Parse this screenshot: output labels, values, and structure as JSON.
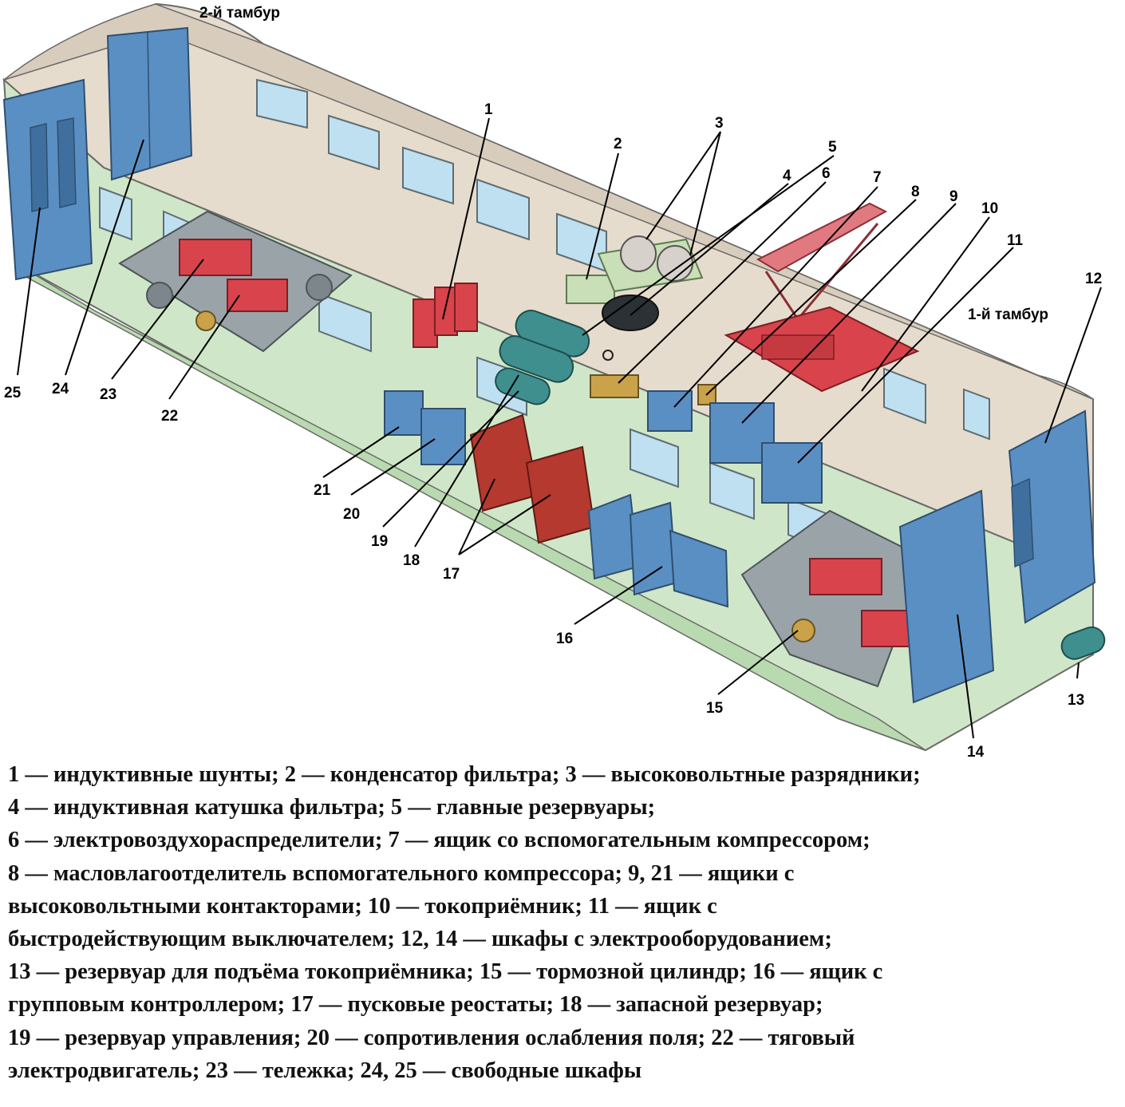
{
  "diagram": {
    "tambur_labels": [
      "2-й тамбур",
      "1-й тамбур"
    ],
    "callouts": [
      "1",
      "2",
      "3",
      "4",
      "5",
      "6",
      "7",
      "8",
      "9",
      "10",
      "11",
      "12",
      "13",
      "14",
      "15",
      "16",
      "17",
      "18",
      "19",
      "20",
      "21",
      "22",
      "23",
      "24",
      "25"
    ]
  },
  "legend": {
    "lines": [
      "1 — индуктивные шунты; 2 — конденсатор фильтра; 3 — высоковольтные разрядники;",
      "4 — индуктивная катушка фильтра; 5 — главные резервуары;",
      "6 — электровоздухораспределители; 7 — ящик со вспомогательным компрессором;",
      "8 — масловлагоотделитель вспомогательного компрессора; 9, 21 — ящики с",
      "высоковольтными контакторами; 10 — токоприёмник; 11 — ящик с",
      "быстродействующим выключателем; 12, 14 — шкафы с электрооборудованием;",
      "13 — резервуар для подъёма токоприёмника; 15 — тормозной цилиндр; 16 — ящик с",
      "групповым контроллером; 17 — пусковые реостаты; 18 — запасной резервуар;",
      "19 — резервуар управления; 20 — сопротивления ослабления поля; 22 — тяговый",
      "электродвигатель; 23 — тележка; 24, 25 — свободные шкафы"
    ]
  },
  "colors": {
    "floor": "#cfe7c8",
    "wall": "#e6dccd",
    "cabinet_blue": "#5a8fc4",
    "equipment_red": "#d9434b",
    "tank_teal": "#3f8f8f",
    "bogie_gray": "#9aa3a8"
  }
}
